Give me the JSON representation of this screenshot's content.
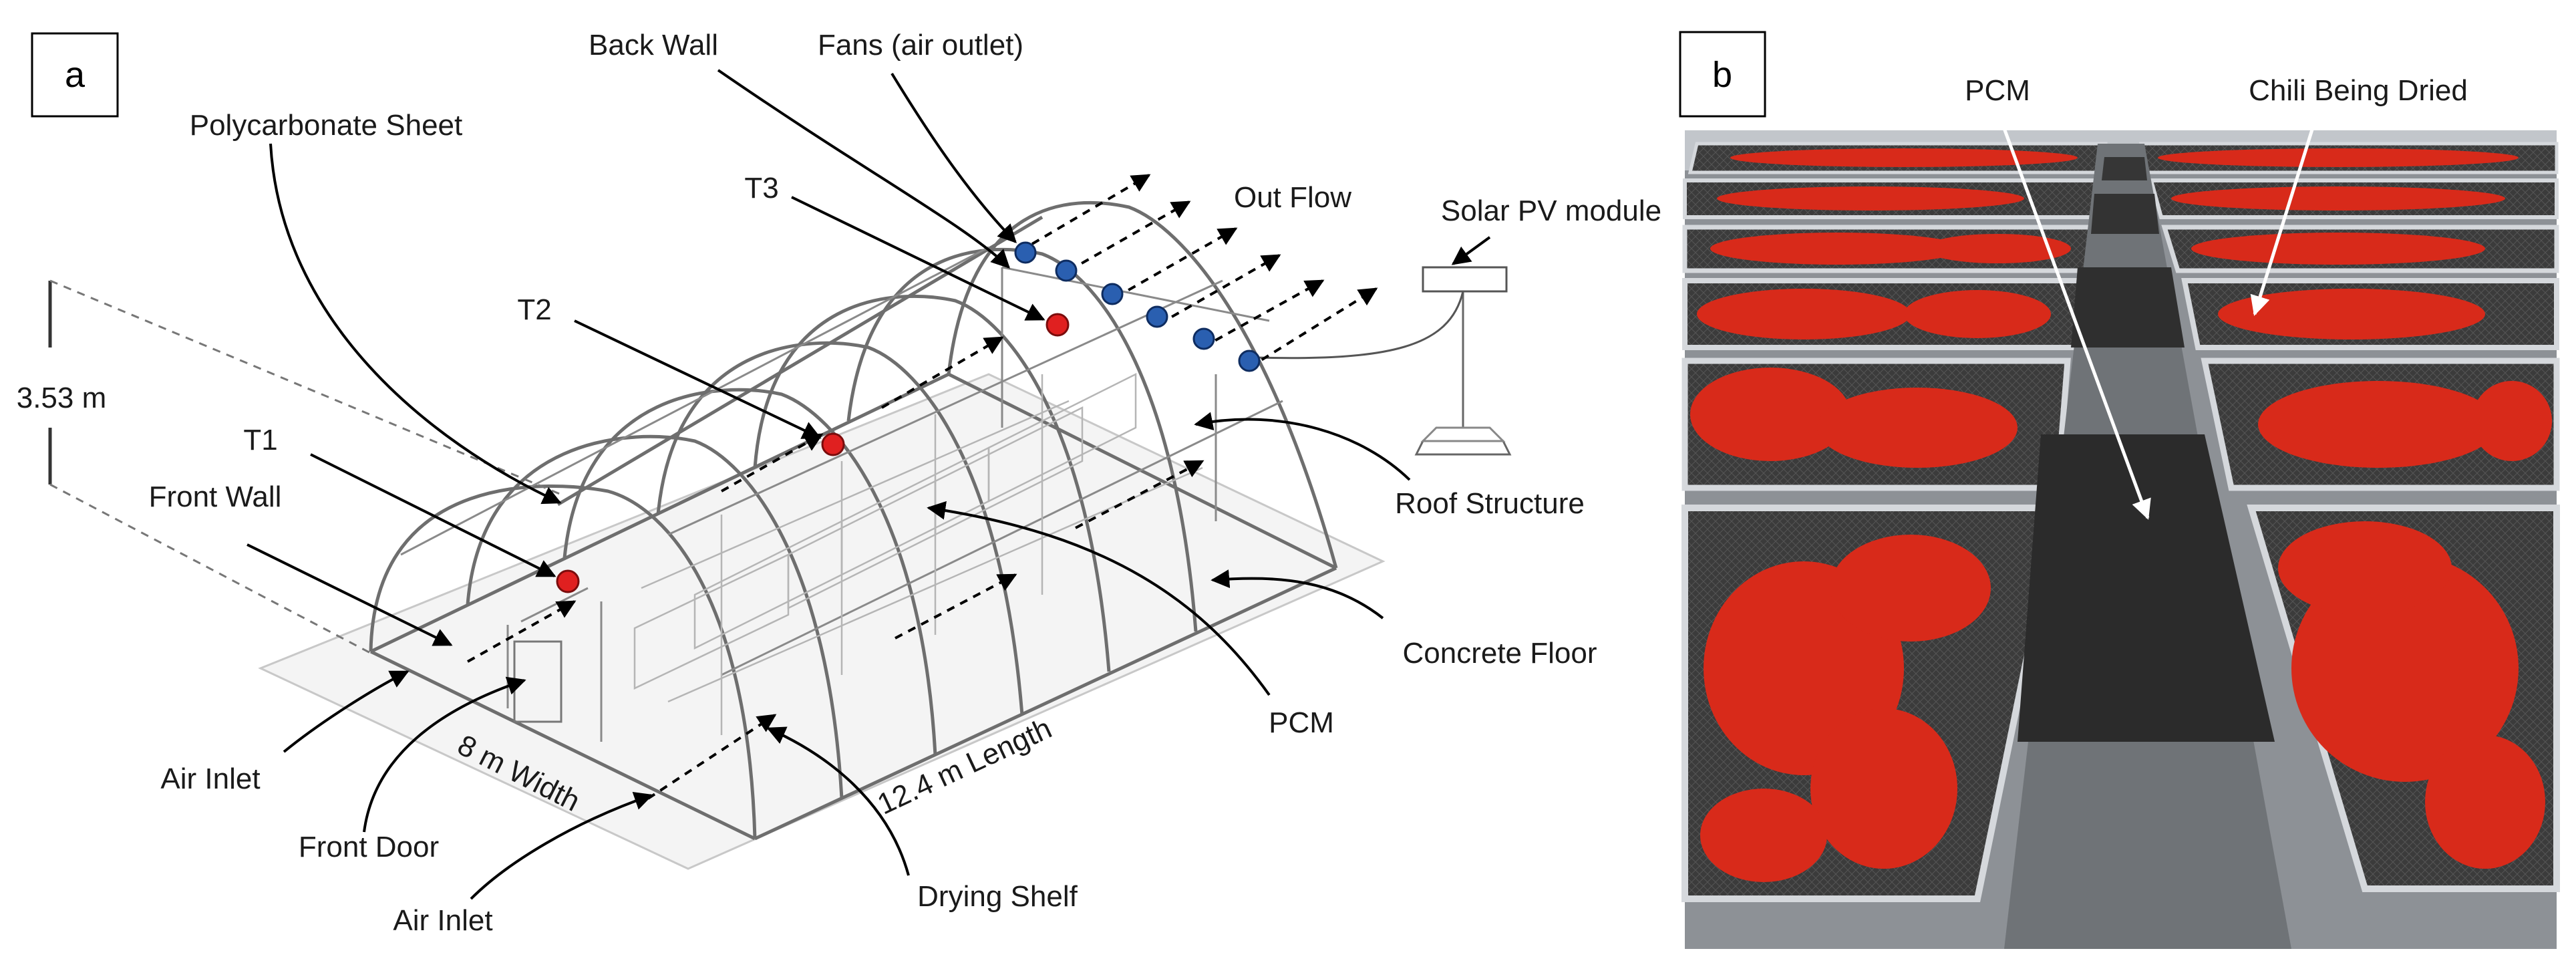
{
  "panels": {
    "a": {
      "letter": "a",
      "labels": {
        "back_wall": "Back Wall",
        "fans": "Fans (air outlet)",
        "polycarbonate": "Polycarbonate Sheet",
        "t3": "T3",
        "out_flow": "Out Flow",
        "solar_pv": "Solar PV module",
        "t2": "T2",
        "height": "3.53 m",
        "t1": "T1",
        "front_wall": "Front Wall",
        "roof_structure": "Roof Structure",
        "concrete_floor": "Concrete Floor",
        "pcm": "PCM",
        "air_inlet_1": "Air Inlet",
        "width": "8 m Width",
        "length": "12.4 m Length",
        "front_door": "Front Door",
        "air_inlet_2": "Air Inlet",
        "drying_shelf": "Drying Shelf"
      },
      "colors": {
        "temperature_sensor": "#e02020",
        "fan": "#2a5fb0",
        "frame": "#6e6e6e"
      }
    },
    "b": {
      "letter": "b",
      "labels": {
        "pcm": "PCM",
        "chili": "Chili Being Dried"
      },
      "colors": {
        "chili": "#d82a1a",
        "pcm_block": "#2b2b2b",
        "mesh": "#3a3a3a",
        "frame": "#c9cdd2"
      }
    }
  }
}
